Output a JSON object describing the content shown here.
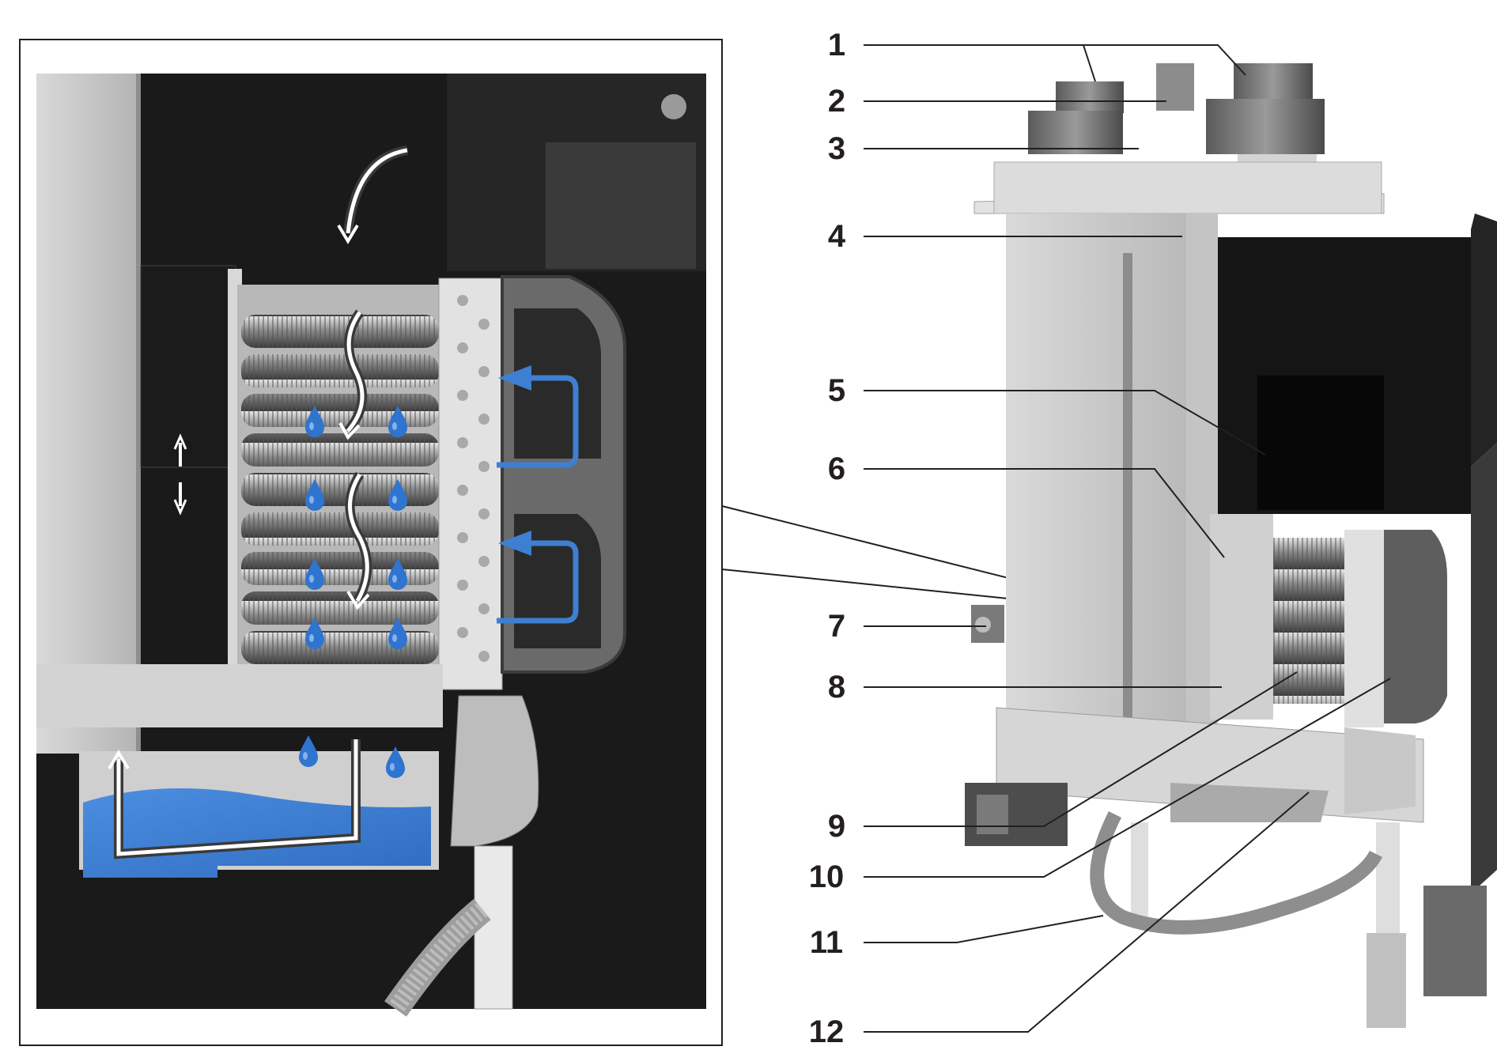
{
  "callouts": [
    {
      "num": "1"
    },
    {
      "num": "2"
    },
    {
      "num": "3"
    },
    {
      "num": "4"
    },
    {
      "num": "5"
    },
    {
      "num": "6"
    },
    {
      "num": "7"
    },
    {
      "num": "8"
    },
    {
      "num": "9"
    },
    {
      "num": "10"
    },
    {
      "num": "11"
    },
    {
      "num": "12"
    }
  ],
  "colors": {
    "water_blue": "#3f7fd1",
    "frame_dark": "#1c1c1c",
    "panel_gray": "#cfcfcf",
    "leader_line": "#231f20"
  },
  "icons": [
    "flow-arrow-icon",
    "water-drop-icon",
    "blue-flow-arrow-icon"
  ]
}
